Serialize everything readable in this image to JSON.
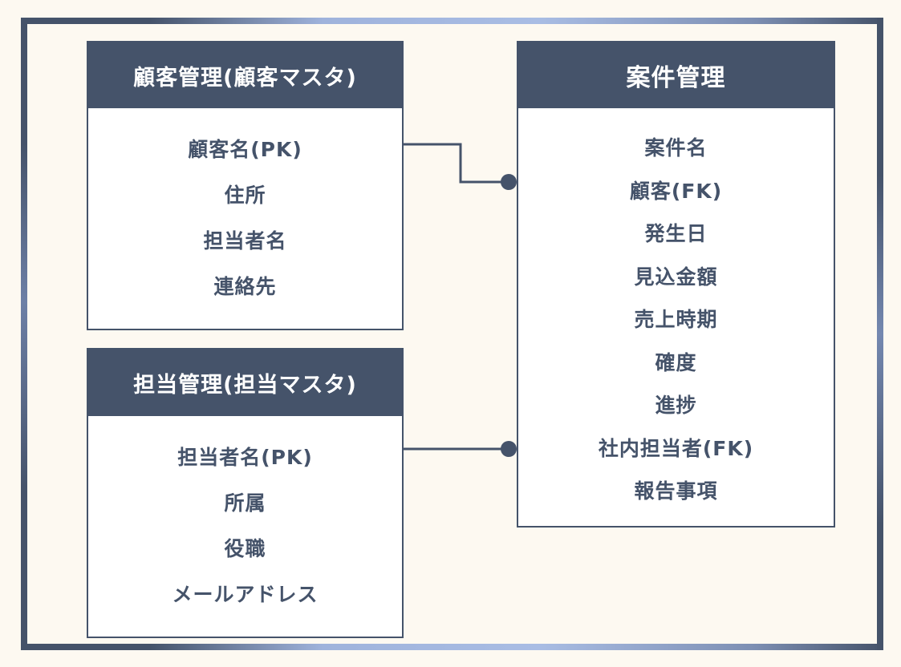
{
  "colors": {
    "primary": "#45536a",
    "background": "#fdf9f1",
    "box": "#ffffff",
    "frame_highlight": "#a9bde4"
  },
  "entities": {
    "customer": {
      "title": "顧客管理(顧客マスタ)",
      "fields": [
        "顧客名(PK)",
        "住所",
        "担当者名",
        "連絡先"
      ]
    },
    "staff": {
      "title": "担当管理(担当マスタ)",
      "fields": [
        "担当者名(PK)",
        "所属",
        "役職",
        "メールアドレス"
      ]
    },
    "deal": {
      "title": "案件管理",
      "fields": [
        "案件名",
        "顧客(FK)",
        "発生日",
        "見込金額",
        "売上時期",
        "確度",
        "進捗",
        "社内担当者(FK)",
        "報告事項"
      ]
    }
  },
  "relationships": [
    {
      "from": "customer.顧客名(PK)",
      "to": "deal.顧客(FK)",
      "end": "many-dot"
    },
    {
      "from": "staff.担当者名(PK)",
      "to": "deal.社内担当者(FK)",
      "end": "many-dot"
    }
  ]
}
